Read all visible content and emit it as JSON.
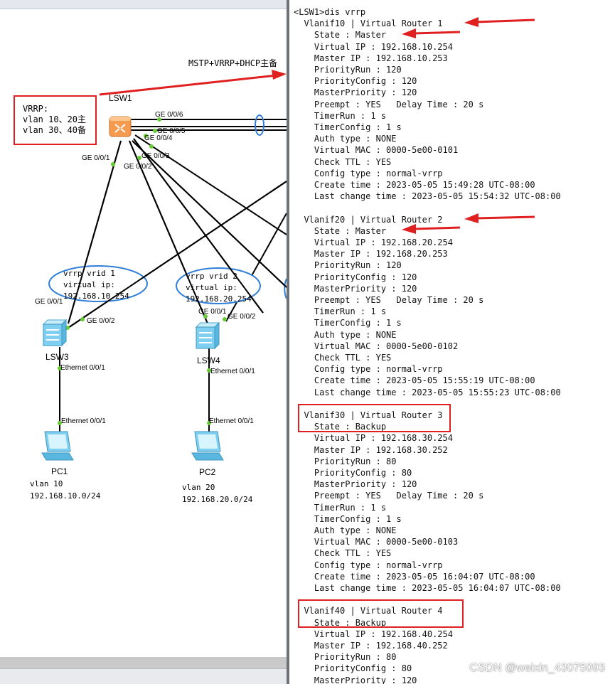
{
  "topology": {
    "mstp_label": "MSTP+VRRP+DHCP主备",
    "vrrp_note": {
      "title": "VRRP:",
      "line1": "vlan 10、20主",
      "line2": "vlan 30、40备"
    },
    "devices": {
      "lsw1": "LSW1",
      "lsw3": "LSW3",
      "lsw4": "LSW4",
      "pc1": "PC1",
      "pc2": "PC2"
    },
    "ports": {
      "ge006": "GE 0/0/6",
      "ge005": "GE 0/0/5",
      "ge004": "GE 0/0/4",
      "ge003": "GE 0/0/3",
      "ge002": "GE 0/0/2",
      "ge001": "GE 0/0/1",
      "lsw3_ge001": "GE 0/0/1",
      "lsw3_ge002": "GE 0/0/2",
      "lsw4_ge001": "GE 0/0/1",
      "lsw4_ge002": "GE 0/0/2",
      "lsw3_eth": "Ethernet 0/0/1",
      "pc1_eth": "Ethernet 0/0/1",
      "lsw4_eth": "Ethernet 0/0/1",
      "pc2_eth": "Ethernet 0/0/1"
    },
    "vrid1": {
      "line1": "vrrp vrid 1",
      "line2": "virtual ip:",
      "line3": "192.168.10.254"
    },
    "vrid2": {
      "line1": "vrrp vrid 2",
      "line2": "virtual ip:",
      "line3": "192.168.20.254"
    },
    "pc1_info": {
      "vlan": "vlan 10",
      "net": "192.168.10.0/24"
    },
    "pc2_info": {
      "vlan": "vlan 20",
      "net": "192.168.20.0/24"
    }
  },
  "terminal": {
    "lines": [
      "<LSW1>dis vrrp",
      "  Vlanif10 | Virtual Router 1",
      "    State : Master",
      "    Virtual IP : 192.168.10.254",
      "    Master IP : 192.168.10.253",
      "    PriorityRun : 120",
      "    PriorityConfig : 120",
      "    MasterPriority : 120",
      "    Preempt : YES   Delay Time : 20 s",
      "    TimerRun : 1 s",
      "    TimerConfig : 1 s",
      "    Auth type : NONE",
      "    Virtual MAC : 0000-5e00-0101",
      "    Check TTL : YES",
      "    Config type : normal-vrrp",
      "    Create time : 2023-05-05 15:49:28 UTC-08:00",
      "    Last change time : 2023-05-05 15:54:32 UTC-08:00",
      "",
      "  Vlanif20 | Virtual Router 2",
      "    State : Master",
      "    Virtual IP : 192.168.20.254",
      "    Master IP : 192.168.20.253",
      "    PriorityRun : 120",
      "    PriorityConfig : 120",
      "    MasterPriority : 120",
      "    Preempt : YES   Delay Time : 20 s",
      "    TimerRun : 1 s",
      "    TimerConfig : 1 s",
      "    Auth type : NONE",
      "    Virtual MAC : 0000-5e00-0102",
      "    Check TTL : YES",
      "    Config type : normal-vrrp",
      "    Create time : 2023-05-05 15:55:19 UTC-08:00",
      "    Last change time : 2023-05-05 15:55:23 UTC-08:00",
      "",
      "  Vlanif30 | Virtual Router 3",
      "    State : Backup",
      "    Virtual IP : 192.168.30.254",
      "    Master IP : 192.168.30.252",
      "    PriorityRun : 80",
      "    PriorityConfig : 80",
      "    MasterPriority : 120",
      "    Preempt : YES   Delay Time : 20 s",
      "    TimerRun : 1 s",
      "    TimerConfig : 1 s",
      "    Auth type : NONE",
      "    Virtual MAC : 0000-5e00-0103",
      "    Check TTL : YES",
      "    Config type : normal-vrrp",
      "    Create time : 2023-05-05 16:04:07 UTC-08:00",
      "    Last change time : 2023-05-05 16:04:07 UTC-08:00",
      "",
      "  Vlanif40 | Virtual Router 4",
      "    State : Backup",
      "    Virtual IP : 192.168.40.254",
      "    Master IP : 192.168.40.252",
      "    PriorityRun : 80",
      "    PriorityConfig : 80",
      "    MasterPriority : 120"
    ]
  },
  "watermark": "CSDN @weixin_43075093",
  "colors": {
    "annotation": "#e02020",
    "link": "#000000",
    "port_dot": "#66cc33",
    "vrid_ellipse": "#2f7fd8",
    "switch_body": "#7fd0f0",
    "core_switch": "#f59b50",
    "divider": "#6e7176"
  }
}
